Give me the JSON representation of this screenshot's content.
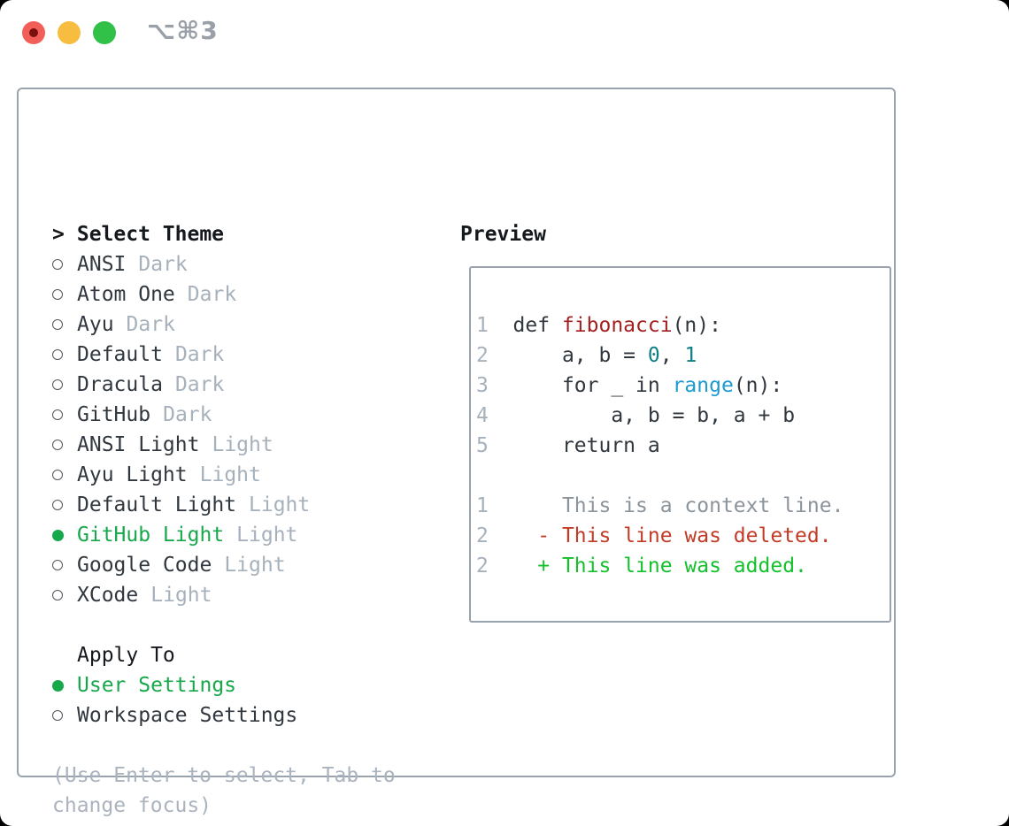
{
  "window": {
    "shortcut": "⌥⌘3",
    "traffic_lights": [
      "close",
      "minimize",
      "zoom"
    ]
  },
  "colors": {
    "heading": "#15191d",
    "text_dark": "#30373e",
    "tag": "#a7b1bc",
    "help": "#aab3be",
    "selected_green": "#17a84b",
    "border_gray": "#99a3ae",
    "radio_outline": "#4e565e",
    "num": "#a7b1bc",
    "plain": "#30373e",
    "func": "#a32021",
    "lit": "#0f7f87",
    "builtin": "#1d9bd1",
    "context": "#8b939b",
    "del": "#c23b26",
    "add": "#14c02b",
    "traffic_red": "#f25f58",
    "traffic_red_dot": "#7a100e",
    "traffic_yellow": "#f6bd40",
    "traffic_green": "#31c048",
    "shortcut_gray": "#9aa0a7"
  },
  "sidebar": {
    "prompt": ">",
    "title": "Select Theme",
    "themes": [
      {
        "name": "ANSI",
        "tag": "Dark",
        "selected": false
      },
      {
        "name": "Atom One",
        "tag": "Dark",
        "selected": false
      },
      {
        "name": "Ayu",
        "tag": "Dark",
        "selected": false
      },
      {
        "name": "Default",
        "tag": "Dark",
        "selected": false
      },
      {
        "name": "Dracula",
        "tag": "Dark",
        "selected": false
      },
      {
        "name": "GitHub",
        "tag": "Dark",
        "selected": false
      },
      {
        "name": "ANSI Light",
        "tag": "Light",
        "selected": false
      },
      {
        "name": "Ayu Light",
        "tag": "Light",
        "selected": false
      },
      {
        "name": "Default Light",
        "tag": "Light",
        "selected": false
      },
      {
        "name": "GitHub Light",
        "tag": "Light",
        "selected": true
      },
      {
        "name": "Google Code",
        "tag": "Light",
        "selected": false
      },
      {
        "name": "XCode",
        "tag": "Light",
        "selected": false
      }
    ],
    "apply_to": {
      "title": "Apply To",
      "options": [
        {
          "label": "User Settings",
          "selected": true
        },
        {
          "label": "Workspace Settings",
          "selected": false
        }
      ]
    },
    "help_lines": [
      "(Use Enter to select, Tab to",
      "change focus)"
    ]
  },
  "preview": {
    "title": "Preview",
    "code_lines": [
      [
        [
          "num",
          "1  "
        ],
        [
          "plain",
          "def "
        ],
        [
          "func",
          "fibonacci"
        ],
        [
          "plain",
          "(n):"
        ]
      ],
      [
        [
          "num",
          "2      "
        ],
        [
          "plain",
          "a, b = "
        ],
        [
          "lit",
          "0"
        ],
        [
          "plain",
          ", "
        ],
        [
          "lit",
          "1"
        ]
      ],
      [
        [
          "num",
          "3      "
        ],
        [
          "plain",
          "for _ in "
        ],
        [
          "builtin",
          "range"
        ],
        [
          "plain",
          "(n):"
        ]
      ],
      [
        [
          "num",
          "4          "
        ],
        [
          "plain",
          "a, b = b, a + b"
        ]
      ],
      [
        [
          "num",
          "5      "
        ],
        [
          "plain",
          "return a"
        ]
      ],
      [],
      [
        [
          "num",
          "1      "
        ],
        [
          "context",
          "This is a context line."
        ]
      ],
      [
        [
          "num",
          "2    "
        ],
        [
          "del",
          "- This line was deleted."
        ]
      ],
      [
        [
          "num",
          "2    "
        ],
        [
          "add",
          "+ This line was added."
        ]
      ]
    ]
  }
}
